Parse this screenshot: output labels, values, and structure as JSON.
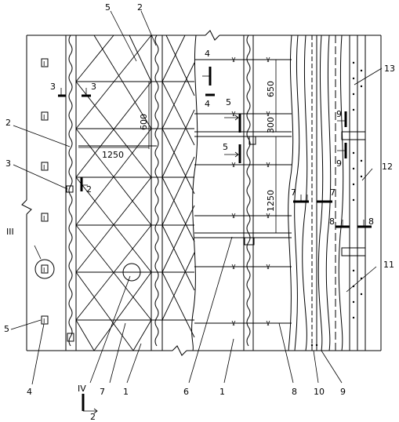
{
  "callouts": {
    "c1a": "1",
    "c1b": "1",
    "c2top": "2",
    "c2left": "2",
    "c3": "3",
    "c4": "4",
    "c5top": "5",
    "c5left": "5",
    "c6": "6",
    "c7": "7",
    "c8": "8",
    "c9": "9",
    "c10": "10",
    "c11": "11",
    "c12": "12",
    "c13": "13",
    "cIII": "III",
    "cIV": "IV"
  },
  "dimensions": {
    "d1250a": "1250",
    "d600": "600",
    "d650": "650",
    "d300": "300",
    "d1250b": "1250"
  },
  "section_marks": {
    "s2a": "2",
    "s2b": "2",
    "s3a": "3",
    "s3b": "3",
    "s4a": "4",
    "s4b": "4",
    "s5a": "5",
    "s5b": "5",
    "s7a": "7",
    "s7b": "7",
    "s8a": "8",
    "s8b": "8",
    "s9a": "9",
    "s9b": "9"
  },
  "window_marks": {
    "w1": "I",
    "w2": "I",
    "w3": "I",
    "w4": "I",
    "w5": "I",
    "w6": "I"
  }
}
